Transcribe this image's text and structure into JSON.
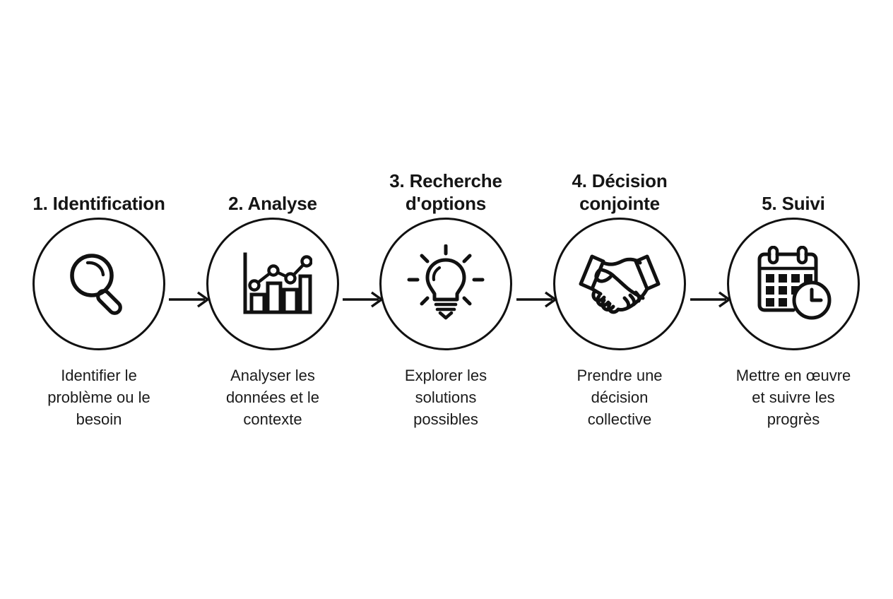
{
  "diagram": {
    "type": "horizontal-process-flow",
    "background_color": "#ffffff",
    "stroke_color": "#111111",
    "text_color": "#1a1a1a",
    "step_count": 5,
    "connector": "arrow-right",
    "steps": [
      {
        "number": "1",
        "title": "1. Identification",
        "icon": "magnifying-glass-icon",
        "caption": "Identifier le\nproblème ou le\nbesoin"
      },
      {
        "number": "2",
        "title": "2. Analyse",
        "icon": "bar-chart-line-icon",
        "caption": "Analyser les\ndonnées et le\ncontexte"
      },
      {
        "number": "3",
        "title": "3. Recherche\nd'options",
        "icon": "lightbulb-icon",
        "caption": "Explorer les\nsolutions\npossibles"
      },
      {
        "number": "4",
        "title": "4. Décision\nconjointe",
        "icon": "handshake-icon",
        "caption": "Prendre une\ndécision\ncollective"
      },
      {
        "number": "5",
        "title": "5. Suivi",
        "icon": "calendar-clock-icon",
        "caption": "Mettre en œuvre\net suivre les\nprogrès"
      }
    ]
  }
}
